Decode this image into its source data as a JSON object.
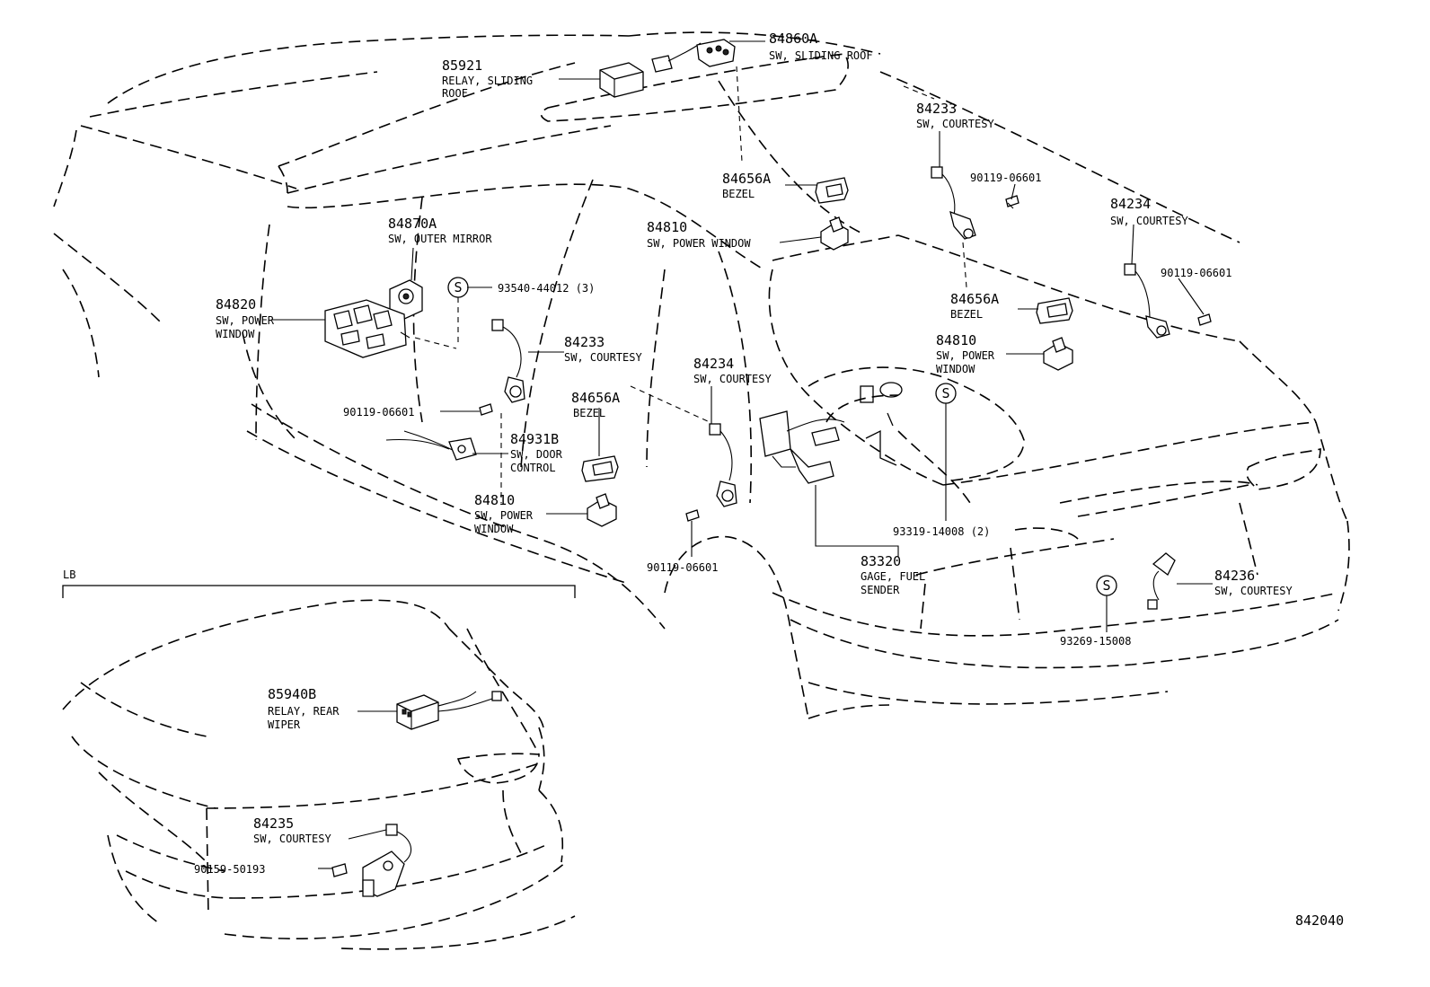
{
  "main_callouts": [
    {
      "part": "85921",
      "desc": [
        "RELAY, SLIDING",
        "ROOF"
      ]
    },
    {
      "part": "84860A",
      "desc": [
        "SW, SLIDING ROOF"
      ]
    },
    {
      "part": "84233",
      "desc": [
        "SW, COURTESY"
      ]
    },
    {
      "part": "90119-06601",
      "desc": []
    },
    {
      "part": "84234",
      "desc": [
        "SW, COURTESY"
      ]
    },
    {
      "part": "90119-06601",
      "desc": []
    },
    {
      "part": "84656A",
      "desc": [
        "BEZEL"
      ]
    },
    {
      "part": "84810",
      "desc": [
        "SW, POWER WINDOW"
      ]
    },
    {
      "part": "84870A",
      "desc": [
        "SW, OUTER MIRROR"
      ]
    },
    {
      "part": "93540-44012 (3)",
      "desc": []
    },
    {
      "part": "84820",
      "desc": [
        "SW, POWER",
        "WINDOW"
      ]
    },
    {
      "part": "84233",
      "desc": [
        "SW, COURTESY"
      ]
    },
    {
      "part": "84234",
      "desc": [
        "SW, COURTESY"
      ]
    },
    {
      "part": "84656A",
      "desc": [
        "BEZEL"
      ]
    },
    {
      "part": "84810",
      "desc": [
        "SW, POWER",
        "WINDOW"
      ]
    },
    {
      "part": "90119-06601",
      "desc": []
    },
    {
      "part": "84656A",
      "desc": [
        "BEZEL"
      ]
    },
    {
      "part": "84931B",
      "desc": [
        "SW, DOOR",
        "CONTROL"
      ]
    },
    {
      "part": "84810",
      "desc": [
        "SW, POWER",
        "WINDOW"
      ]
    },
    {
      "part": "90119-06601",
      "desc": []
    },
    {
      "part": "93319-14008 (2)",
      "desc": []
    },
    {
      "part": "83320",
      "desc": [
        "GAGE, FUEL",
        "SENDER"
      ]
    },
    {
      "part": "84236",
      "desc": [
        "SW, COURTESY"
      ]
    },
    {
      "part": "93269-15008",
      "desc": []
    }
  ],
  "inset": {
    "label": "LB",
    "callouts": [
      {
        "part": "85940B",
        "desc": [
          "RELAY, REAR",
          "WIPER"
        ]
      },
      {
        "part": "84235",
        "desc": [
          "SW, COURTESY"
        ]
      },
      {
        "part": "90159-50193",
        "desc": []
      }
    ]
  },
  "symbols": {
    "screw_marker": "S"
  },
  "figure_number": "842040"
}
